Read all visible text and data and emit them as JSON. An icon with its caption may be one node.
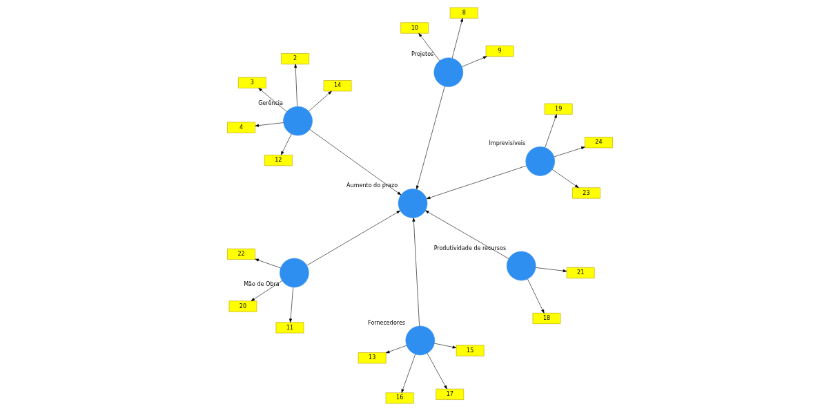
{
  "diagram": {
    "nodes": [
      {
        "text": [
          "Mão de Obra"
        ]
      },
      {
        "text": [
          "11"
        ]
      },
      {
        "text": [
          "20"
        ]
      },
      {
        "text": [
          "22"
        ]
      },
      {
        "text": [
          "Aumento do prazo"
        ]
      },
      {
        "text": [
          "Fornecedores"
        ]
      },
      {
        "text": [
          "13"
        ]
      },
      {
        "text": [
          "15"
        ]
      },
      {
        "text": [
          "16"
        ]
      },
      {
        "text": [
          "17"
        ]
      },
      {
        "text": [
          "Produtividade de recursos"
        ]
      },
      {
        "text": [
          "18"
        ]
      },
      {
        "text": [
          "21"
        ]
      },
      {
        "text": [
          "Imprevisíveis"
        ]
      },
      {
        "text": [
          "Gerência"
        ]
      },
      {
        "text": [
          "12"
        ]
      },
      {
        "text": [
          "14"
        ]
      },
      {
        "text": [
          "2"
        ]
      },
      {
        "text": [
          "3"
        ]
      },
      {
        "text": [
          "4"
        ]
      },
      {
        "text": [
          "Projetos"
        ]
      },
      {
        "text": [
          "10"
        ]
      },
      {
        "text": [
          "8"
        ]
      },
      {
        "text": [
          "9"
        ]
      },
      {
        "text": [
          "19"
        ]
      },
      {
        "text": [
          "23"
        ]
      },
      {
        "text": [
          "24"
        ]
      }
    ],
    "edges": [
      {
        "from": 0,
        "to": 1,
        "arrow": "to"
      },
      {
        "from": 0,
        "to": 2,
        "arrow": "to"
      },
      {
        "from": 0,
        "to": 3,
        "arrow": "to"
      },
      {
        "from": 0,
        "to": 4,
        "arrow": "to"
      },
      {
        "from": 5,
        "to": 4,
        "arrow": "to"
      },
      {
        "from": 5,
        "to": 6,
        "arrow": "to"
      },
      {
        "from": 5,
        "to": 7,
        "arrow": "to"
      },
      {
        "from": 5,
        "to": 8,
        "arrow": "to"
      },
      {
        "from": 5,
        "to": 9,
        "arrow": "to"
      },
      {
        "from": 10,
        "to": 11,
        "arrow": "to"
      },
      {
        "from": 10,
        "to": 12,
        "arrow": "to"
      },
      {
        "from": 10,
        "to": 4,
        "arrow": "to"
      },
      {
        "from": 13,
        "to": 4,
        "arrow": "to"
      },
      {
        "from": 13,
        "to": 24,
        "arrow": "to"
      },
      {
        "from": 13,
        "to": 25,
        "arrow": "to"
      },
      {
        "from": 13,
        "to": 26,
        "arrow": "to"
      },
      {
        "from": 14,
        "to": 4,
        "arrow": "to"
      },
      {
        "from": 14,
        "to": 15,
        "arrow": "to"
      },
      {
        "from": 14,
        "to": 16,
        "arrow": "to"
      },
      {
        "from": 14,
        "to": 17,
        "arrow": "to"
      },
      {
        "from": 14,
        "to": 18,
        "arrow": "to"
      },
      {
        "from": 14,
        "to": 19,
        "arrow": "to"
      },
      {
        "from": 20,
        "to": 4,
        "arrow": "to"
      },
      {
        "from": 20,
        "to": 21,
        "arrow": "to"
      },
      {
        "from": 20,
        "to": 22,
        "arrow": "to"
      },
      {
        "from": 20,
        "to": 23,
        "arrow": "to"
      }
    ]
  }
}
